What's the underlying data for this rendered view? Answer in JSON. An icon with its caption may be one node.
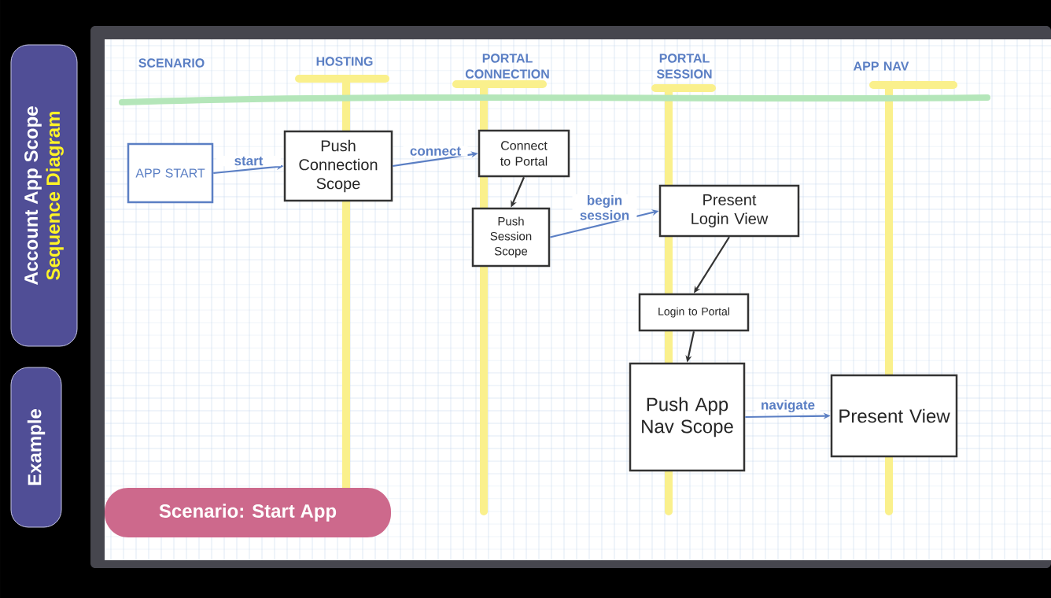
{
  "diagram": {
    "nodes": [
      {
        "text": [
          "Account App Scope",
          "Sequence Diagram"
        ]
      },
      {
        "text": [
          "Example"
        ]
      },
      {
        "text": [
          "APP START"
        ]
      },
      {
        "text": [
          "Push Connection Scope"
        ]
      },
      {
        "text": [
          "Connect to Portal"
        ]
      },
      {
        "text": [
          "Push Session Scope"
        ]
      },
      {
        "text": [
          "Present Login View"
        ]
      },
      {
        "text": [
          "Login to Portal"
        ]
      },
      {
        "text": [
          "Push App Nav Scope"
        ]
      },
      {
        "text": [
          "Present View"
        ]
      },
      {
        "text": [
          "Scenario: Start App"
        ]
      }
    ],
    "edges": [
      {
        "from": 2,
        "to": 3,
        "arrow": "to",
        "label": "start"
      },
      {
        "from": 3,
        "to": 4,
        "arrow": "to",
        "label": "connect"
      },
      {
        "from": 4,
        "to": 5,
        "arrow": "to",
        "color": "#333333"
      },
      {
        "from": 5,
        "to": 6,
        "arrow": "to",
        "label": "begin session"
      },
      {
        "from": 6,
        "to": 7,
        "arrow": "to",
        "color": "#333333"
      },
      {
        "from": 7,
        "to": 8,
        "arrow": "to",
        "color": "#333333"
      },
      {
        "from": 8,
        "to": 9,
        "arrow": "to",
        "label": "navigate"
      }
    ],
    "labels": [
      "SCENARIO",
      "HOSTING",
      "PORTAL CONNECTION",
      "PORTAL SESSION",
      "APP NAV"
    ]
  }
}
